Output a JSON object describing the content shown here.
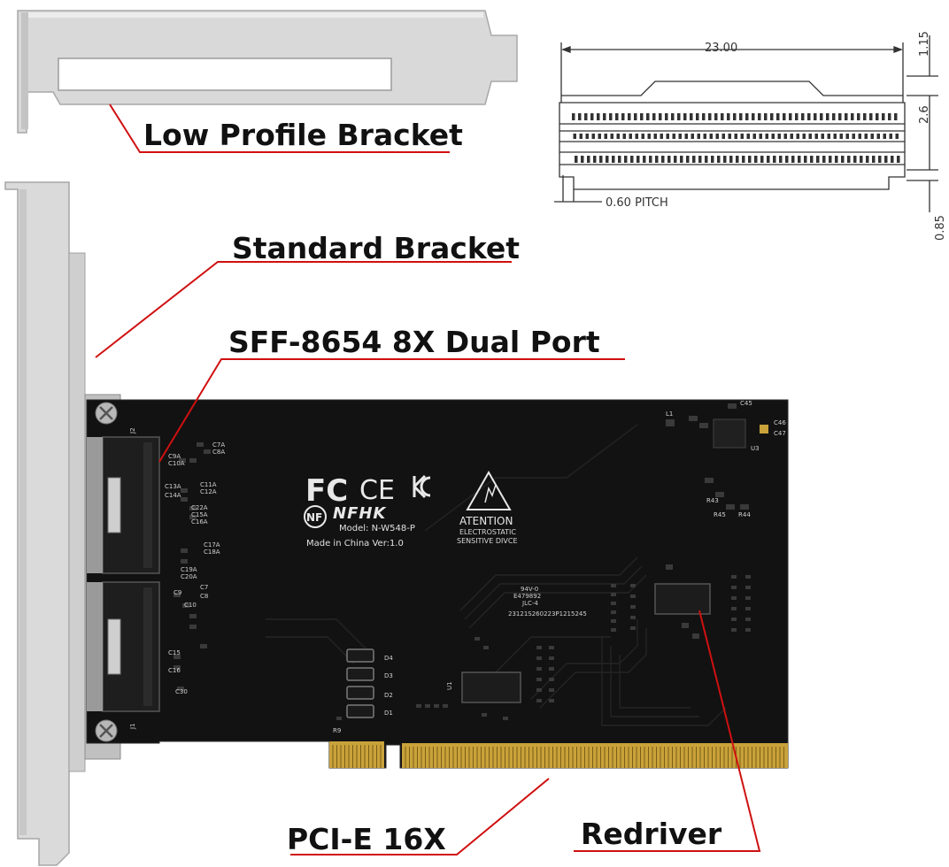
{
  "callouts": {
    "low_profile": "Low Profile Bracket",
    "standard": "Standard Bracket",
    "sff": "SFF-8654 8X Dual Port",
    "pcie": "PCI-E 16X",
    "redriver": "Redriver"
  },
  "drawing": {
    "width": "23.00",
    "pitch": "0.60 PITCH",
    "dim_top": "1.15",
    "dim_mid": "2.6",
    "dim_bottom": "0.85"
  },
  "pcb": {
    "cert_fc": "FC",
    "cert_ce": "CE",
    "cert_nf": "NF",
    "brand": "NFHK",
    "model": "Model: N-W548-P",
    "made": "Made in China Ver:1.0",
    "warn1": "ATENTION",
    "warn2": "ELECTROSTATIC",
    "warn3": "SENSITIVE DIVCE",
    "label_u1": "U1",
    "label_u3": "U3",
    "label_j1": "J1",
    "label_j2": "J2",
    "label_l1": "L1",
    "ul1": "94V-0",
    "ul2": "E479892",
    "ul3": "JLC-4",
    "serial": "23121S260223P1215245",
    "d4": "D4",
    "d3": "D3",
    "d2": "D2",
    "d1": "D1",
    "r9": "R9",
    "r45": "R45",
    "r44": "R44",
    "r43": "R43",
    "c46": "C46",
    "c47": "C47",
    "c45": "C45"
  },
  "colors": {
    "pcb": "#111111",
    "bracket": "#d4d4d4",
    "gold": "#c9a23a",
    "leader": "#d01010"
  }
}
